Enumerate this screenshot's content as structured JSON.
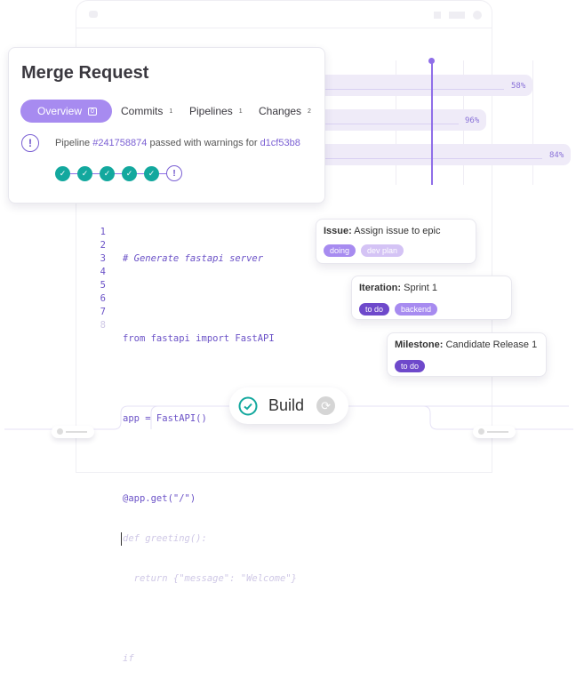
{
  "merge_request": {
    "title": "Merge Request",
    "tabs": [
      {
        "label": "Overview",
        "count": "0"
      },
      {
        "label": "Commits",
        "count": "1"
      },
      {
        "label": "Pipelines",
        "count": "1"
      },
      {
        "label": "Changes",
        "count": "2"
      }
    ],
    "pipeline": {
      "prefix": "Pipeline ",
      "id": "#241758874",
      "middle": " passed with warnings for ",
      "commit": "d1cf53b8"
    },
    "stages": [
      "passed",
      "passed",
      "passed",
      "passed",
      "passed",
      "warning"
    ]
  },
  "progress_bars": [
    {
      "label": "58%",
      "value": 58
    },
    {
      "label": "96%",
      "value": 96
    },
    {
      "label": "84%",
      "value": 84
    }
  ],
  "code": {
    "line_numbers": [
      "1",
      "2",
      "3",
      "4",
      "5",
      "6",
      "7",
      "8"
    ],
    "lines": [
      "# Generate fastapi server",
      "",
      "from fastapi import FastAPI",
      "",
      "app = FastAPI()",
      "",
      "@app.get(\"/\")"
    ],
    "suggestion": [
      "def greeting():",
      "  return {\"message\": \"Welcome\"}",
      "",
      "if"
    ]
  },
  "cards": [
    {
      "kind": "Issue:",
      "title": "Assign issue to epic",
      "tags": [
        {
          "label": "doing",
          "color": "#a78bf0"
        },
        {
          "label": "dev plan",
          "color": "#d4c3f5"
        }
      ]
    },
    {
      "kind": "Iteration:",
      "title": "Sprint 1",
      "tags": [
        {
          "label": "to do",
          "color": "#6e49cb"
        },
        {
          "label": "backend",
          "color": "#a78bf0"
        }
      ]
    },
    {
      "kind": "Milestone:",
      "title": "Candidate Release 1",
      "tags": [
        {
          "label": "to do",
          "color": "#6e49cb"
        }
      ]
    }
  ],
  "build": {
    "label": "Build",
    "status": "passed"
  },
  "colors": {
    "accent": "#a78bf0",
    "success": "#13a89e",
    "link": "#7a5fd3"
  }
}
